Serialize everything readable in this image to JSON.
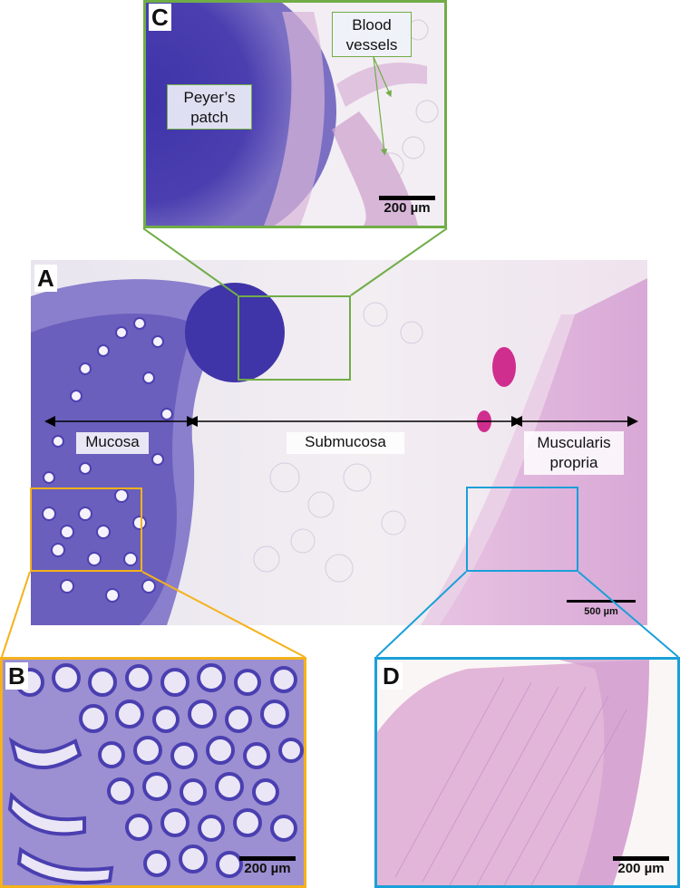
{
  "panels": {
    "A": {
      "letter": "A",
      "scale": "500 µm",
      "regions": {
        "mucosa": "Mucosa",
        "submucosa": "Submucosa",
        "muscularis_line1": "Muscularis",
        "muscularis_line2": "propria"
      }
    },
    "B": {
      "letter": "B",
      "scale": "200 µm"
    },
    "C": {
      "letter": "C",
      "scale": "200 µm",
      "peyers_line1": "Peyer’s",
      "peyers_line2": "patch",
      "vessels_line1": "Blood",
      "vessels_line2": "vessels"
    },
    "D": {
      "letter": "D",
      "scale": "200 µm"
    }
  },
  "colors": {
    "panelB": "#f5b21b",
    "panelC": "#70ad47",
    "panelD": "#1aa0d8",
    "tissue_pink": "#e2b6d8",
    "tissue_purple": "#5a4fb6"
  }
}
